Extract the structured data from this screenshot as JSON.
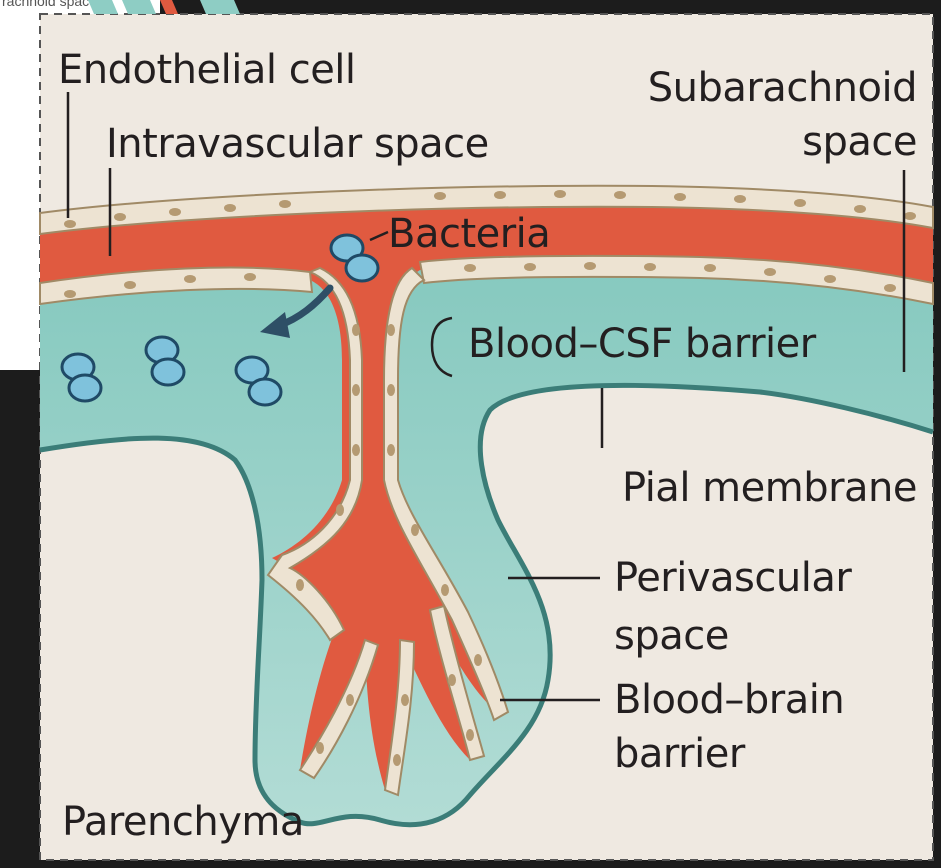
{
  "figure": {
    "cropped_top_label": "rachnoid space",
    "labels": {
      "endothelial_cell": "Endothelial cell",
      "intravascular_space": "Intravascular space",
      "subarachnoid_space_line1": "Subarachnoid",
      "subarachnoid_space_line2": "space",
      "bacteria": "Bacteria",
      "blood_csf_barrier": "Blood–CSF barrier",
      "pial_membrane": "Pial membrane",
      "perivascular_space_line1": "Perivascular",
      "perivascular_space_line2": "space",
      "blood_brain_barrier_line1": "Blood–brain",
      "blood_brain_barrier_line2": "barrier",
      "parenchyma": "Parenchyma"
    },
    "colors": {
      "background": "#efe9e1",
      "vessel": "#e05a40",
      "csf": "#8ecdc4",
      "csf_light": "#b5ddd6",
      "pial_membrane": "#3b7d78",
      "cell_fill": "#ede3d2",
      "cell_nucleus": "#b59a72",
      "bacteria": "#7fc2dc",
      "bacteria_outline": "#1f4a66",
      "text": "#231f20"
    }
  }
}
